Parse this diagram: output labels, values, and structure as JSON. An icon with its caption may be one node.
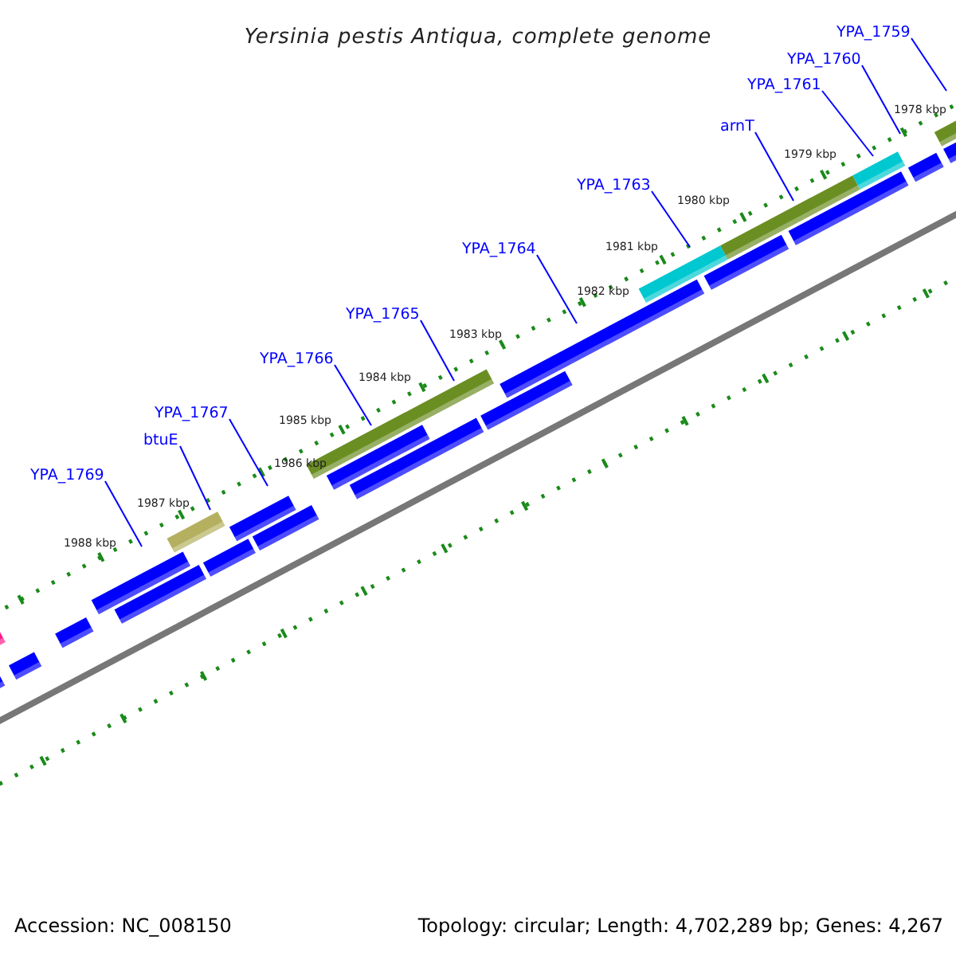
{
  "diagram": {
    "title": "Yersinia pestis Antiqua, complete genome",
    "nodes": [
      {
        "text": [
          "YPA_1759"
        ]
      },
      {
        "text": [
          "YPA_1760"
        ]
      },
      {
        "text": [
          "YPA_1761"
        ]
      },
      {
        "text": [
          "arnT"
        ]
      },
      {
        "text": [
          "YPA_1763"
        ]
      },
      {
        "text": [
          "YPA_1764"
        ]
      },
      {
        "text": [
          "YPA_1765"
        ]
      },
      {
        "text": [
          "YPA_1766"
        ]
      },
      {
        "text": [
          "YPA_1767"
        ]
      },
      {
        "text": [
          "btuE"
        ]
      },
      {
        "text": [
          "YPA_1769"
        ]
      }
    ],
    "edges": [
      {
        "from": 0,
        "to": null,
        "arrow": "none"
      },
      {
        "from": 1,
        "to": null,
        "arrow": "none"
      },
      {
        "from": 2,
        "to": null,
        "arrow": "none"
      },
      {
        "from": 3,
        "to": null,
        "arrow": "none"
      },
      {
        "from": 4,
        "to": null,
        "arrow": "none"
      },
      {
        "from": 5,
        "to": null,
        "arrow": "none"
      },
      {
        "from": 6,
        "to": null,
        "arrow": "none"
      },
      {
        "from": 7,
        "to": null,
        "arrow": "none"
      },
      {
        "from": 8,
        "to": null,
        "arrow": "none"
      },
      {
        "from": 9,
        "to": null,
        "arrow": "none"
      },
      {
        "from": 10,
        "to": null,
        "arrow": "none"
      }
    ],
    "labels": [
      "1978 kbp",
      "1979 kbp",
      "1980 kbp",
      "1981 kbp",
      "1982 kbp",
      "1983 kbp",
      "1984 kbp",
      "1985 kbp",
      "1986 kbp",
      "1987 kbp",
      "1988 kbp",
      "Accession: NC_008150",
      "Topology: circular; Length: 4,702,289 bp; Genes: 4,267"
    ]
  }
}
